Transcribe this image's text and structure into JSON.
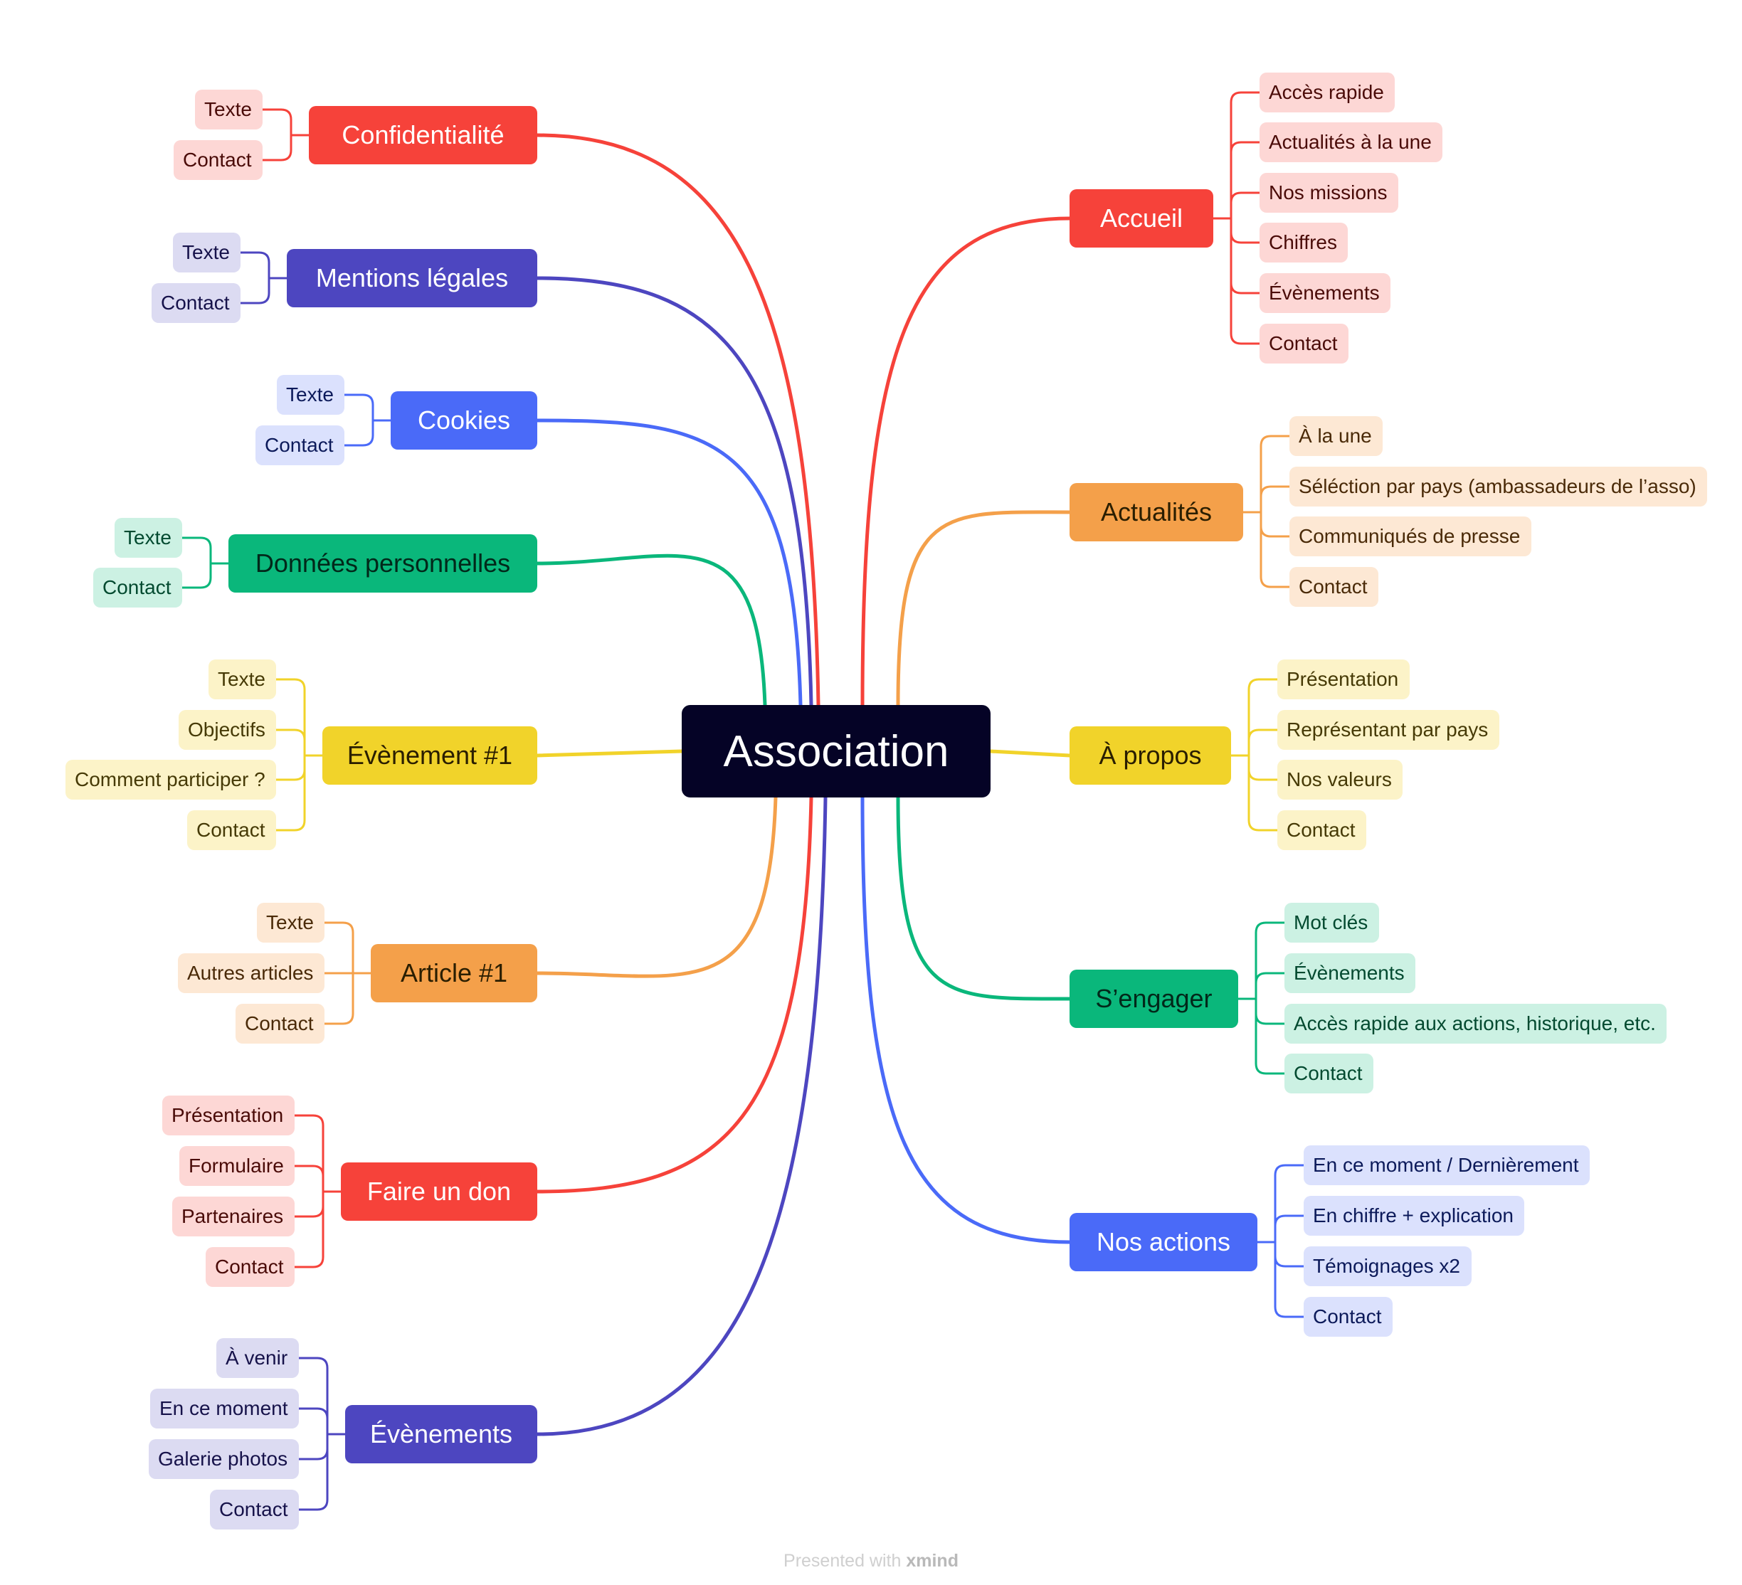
{
  "root": {
    "label": "Association"
  },
  "branches": [
    {
      "id": "accueil",
      "side": "right",
      "label": "Accueil",
      "color": "#f6423a",
      "leafBg": "#fdd7d5",
      "leafText": "#4a0b08",
      "leaves": [
        "Accès rapide",
        "Actualités à la une",
        "Nos missions",
        "Chiffres",
        "Évènements",
        "Contact"
      ]
    },
    {
      "id": "actualites",
      "side": "right",
      "label": "Actualités",
      "color": "#f4a04a",
      "leafBg": "#fde8d4",
      "leafText": "#4a2a08",
      "leaves": [
        "À la une",
        "Séléction par pays (ambassadeurs de l’asso)",
        "Communiqués de presse",
        "Contact"
      ]
    },
    {
      "id": "a-propos",
      "side": "right",
      "label": "À propos",
      "color": "#f1d32a",
      "leafBg": "#fcf3c8",
      "leafText": "#463a06",
      "leaves": [
        "Présentation",
        "Représentant par pays",
        "Nos valeurs",
        "Contact"
      ]
    },
    {
      "id": "sengager",
      "side": "right",
      "label": "S’engager",
      "color": "#0ab77b",
      "leafBg": "#ccf1e3",
      "leafText": "#034a30",
      "leaves": [
        "Mot clés",
        "Évènements",
        "Accès rapide aux actions, historique, etc.",
        "Contact"
      ]
    },
    {
      "id": "nos-actions",
      "side": "right",
      "label": "Nos actions",
      "color": "#4a6af8",
      "leafBg": "#dbe1fd",
      "leafText": "#0c1a5a",
      "leaves": [
        "En ce moment / Dernièrement",
        "En chiffre + explication",
        "Témoignages x2",
        "Contact"
      ]
    },
    {
      "id": "confidentialite",
      "side": "left",
      "label": "Confidentialité",
      "color": "#f6423a",
      "leafBg": "#fdd7d5",
      "leafText": "#4a0b08",
      "leaves": [
        "Texte",
        "Contact"
      ]
    },
    {
      "id": "mentions",
      "side": "left",
      "label": "Mentions légales",
      "color": "#4d46c0",
      "leafBg": "#dcdbf2",
      "leafText": "#16124a",
      "leaves": [
        "Texte",
        "Contact"
      ]
    },
    {
      "id": "cookies",
      "side": "left",
      "label": "Cookies",
      "color": "#4a6af8",
      "leafBg": "#dbe1fd",
      "leafText": "#0c1a5a",
      "leaves": [
        "Texte",
        "Contact"
      ]
    },
    {
      "id": "donnees",
      "side": "left",
      "label": "Données personnelles",
      "color": "#0ab77b",
      "leafBg": "#ccf1e3",
      "leafText": "#034a30",
      "leaves": [
        "Texte",
        "Contact"
      ]
    },
    {
      "id": "evenement-1",
      "side": "left",
      "label": "Évènement #1",
      "color": "#f1d32a",
      "leafBg": "#fcf3c8",
      "leafText": "#463a06",
      "leaves": [
        "Texte",
        "Objectifs",
        "Comment participer ?",
        "Contact"
      ]
    },
    {
      "id": "article-1",
      "side": "left",
      "label": "Article #1",
      "color": "#f4a04a",
      "leafBg": "#fde8d4",
      "leafText": "#4a2a08",
      "leaves": [
        "Texte",
        "Autres articles",
        "Contact"
      ]
    },
    {
      "id": "faire-un-don",
      "side": "left",
      "label": "Faire un don",
      "color": "#f6423a",
      "leafBg": "#fdd7d5",
      "leafText": "#4a0b08",
      "leaves": [
        "Présentation",
        "Formulaire",
        "Partenaires",
        "Contact"
      ]
    },
    {
      "id": "evenements",
      "side": "left",
      "label": "Évènements",
      "color": "#4d46c0",
      "leafBg": "#dcdbf2",
      "leafText": "#16124a",
      "leaves": [
        "À venir",
        "En ce moment",
        "Galerie photos",
        "Contact"
      ]
    }
  ],
  "footer": {
    "prefix": "Presented with",
    "brand": "xmind"
  }
}
